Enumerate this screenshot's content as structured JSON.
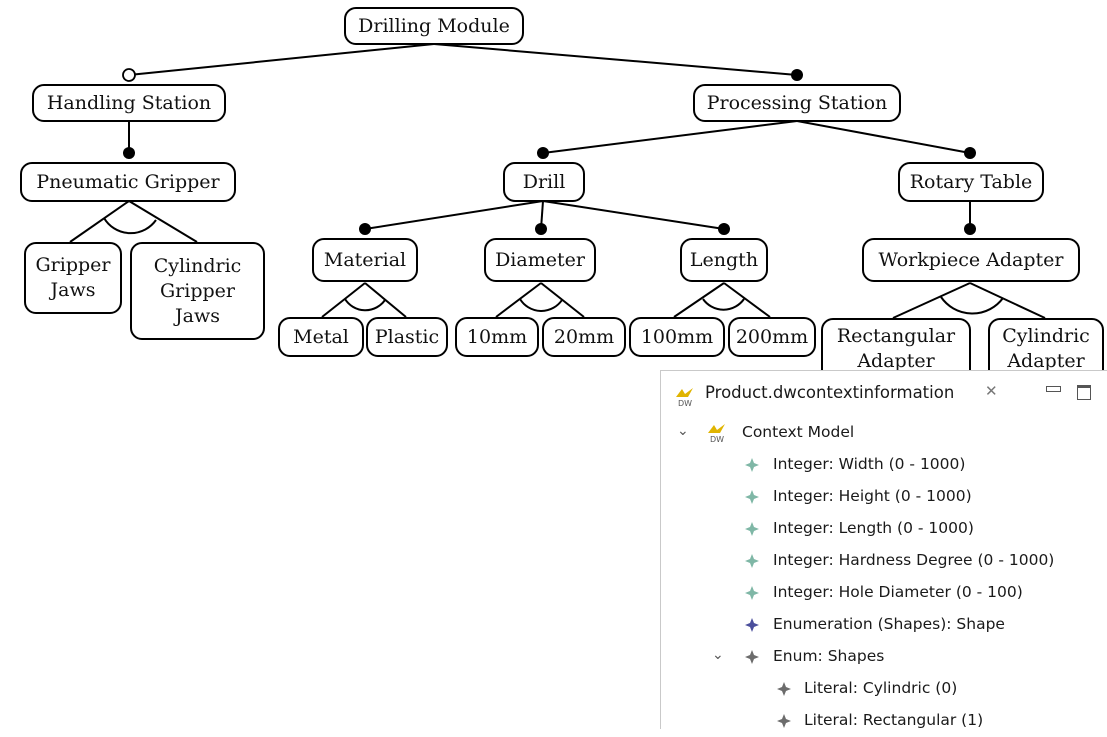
{
  "diagram": {
    "nodes": {
      "drilling_module": "Drilling Module",
      "handling_station": "Handling Station",
      "processing_station": "Processing Station",
      "pneumatic_gripper": "Pneumatic Gripper",
      "gripper_jaws": "Gripper\nJaws",
      "cylindric_gripper_jaws": "Cylindric\nGripper\nJaws",
      "drill": "Drill",
      "rotary_table": "Rotary Table",
      "material": "Material",
      "diameter": "Diameter",
      "length": "Length",
      "workpiece_adapter": "Workpiece Adapter",
      "metal": "Metal",
      "plastic": "Plastic",
      "d10mm": "10mm",
      "d20mm": "20mm",
      "l100mm": "100mm",
      "l200mm": "200mm",
      "rectangular_adapter": "Rectangular\nAdapter",
      "cylindric_adapter": "Cylindric\nAdapter"
    }
  },
  "view": {
    "tab_title": "Product.dwcontextinformation",
    "tab_icon": "dw-context-icon",
    "close_icon": "close-icon",
    "minimize_icon": "minimize-icon",
    "maximize_icon": "maximize-icon",
    "tree": {
      "root": "Context Model",
      "items": [
        {
          "label": "Integer: Width (0 - 1000)",
          "icon": "integer-icon"
        },
        {
          "label": "Integer: Height (0 - 1000)",
          "icon": "integer-icon"
        },
        {
          "label": "Integer: Length (0 - 1000)",
          "icon": "integer-icon"
        },
        {
          "label": "Integer: Hardness Degree (0 - 1000)",
          "icon": "integer-icon"
        },
        {
          "label": "Integer: Hole Diameter (0 - 100)",
          "icon": "integer-icon"
        },
        {
          "label": "Enumeration (Shapes): Shape",
          "icon": "enumeration-icon"
        }
      ],
      "enum": {
        "label": "Enum: Shapes",
        "literals": [
          "Literal: Cylindric (0)",
          "Literal: Rectangular (1)"
        ]
      }
    },
    "colors": {
      "integer_icon": "#7fb7a6",
      "enumeration_icon": "#4b4f9c",
      "enum_icon": "#6c6c6c",
      "dw_icon": "#e0b400"
    }
  }
}
